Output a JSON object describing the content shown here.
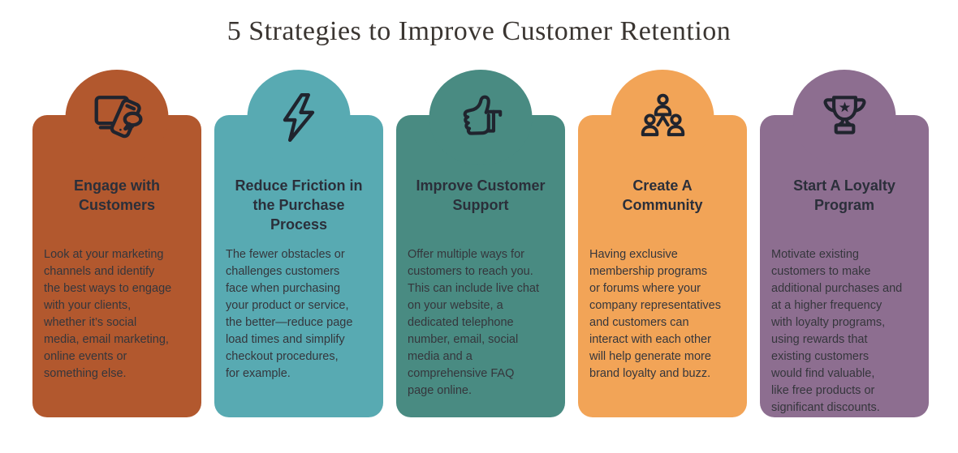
{
  "title": "5 Strategies to Improve Customer Retention",
  "colors": {
    "background": "#FFFFFF",
    "title_text": "#3A3531",
    "heading_text": "#2B2F3A",
    "body_text": "#35363C",
    "icon_stroke": "#20242E"
  },
  "cards": [
    {
      "icon": "devices-chat-icon",
      "color": "#B2582E",
      "heading": "Engage with\nCustomers",
      "body": "Look at your marketing\nchannels and identify\nthe best ways to engage\nwith your clients,\nwhether it’s social\nmedia, email marketing,\nonline events or\nsomething else."
    },
    {
      "icon": "lightning-bolt-icon",
      "color": "#58AAB2",
      "heading": "Reduce Friction in\nthe Purchase\nProcess",
      "body": "The fewer obstacles or\nchallenges customers\nface when purchasing\nyour product or service,\nthe better—reduce page\nload times and simplify\ncheckout procedures,\nfor example."
    },
    {
      "icon": "thumbs-up-icon",
      "color": "#498B82",
      "heading": "Improve Customer\nSupport",
      "body": "Offer multiple ways for\ncustomers to reach you.\nThis can include live chat\non your website, a\ndedicated telephone\nnumber, email, social\nmedia and a\ncomprehensive FAQ\npage online."
    },
    {
      "icon": "community-icon",
      "color": "#F2A457",
      "heading": "Create A\nCommunity",
      "body": "Having exclusive\nmembership programs\nor forums where your\ncompany representatives\nand customers can\ninteract with each other\nwill help generate more\nbrand loyalty and buzz."
    },
    {
      "icon": "trophy-icon",
      "color": "#8D6E90",
      "heading": "Start A Loyalty\nProgram",
      "body": "Motivate existing\ncustomers to make\nadditional purchases and\nat a higher frequency\nwith loyalty programs,\nusing rewards that\nexisting customers\nwould find valuable,\nlike free products or\nsignificant discounts."
    }
  ]
}
